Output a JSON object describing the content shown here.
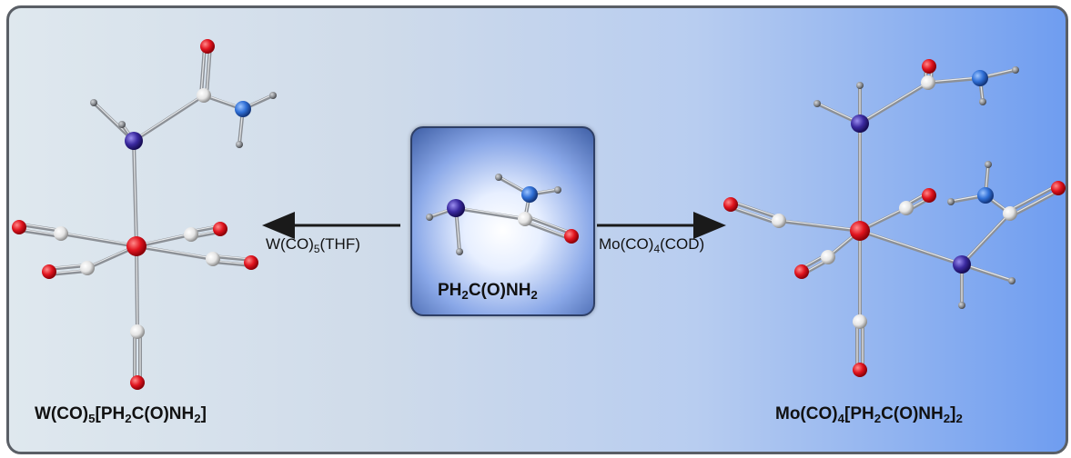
{
  "left_product": {
    "name_parts": [
      "W(CO)",
      "5",
      "[PH",
      "2",
      "C(O)NH",
      "2",
      "]"
    ]
  },
  "right_product": {
    "name_parts": [
      "Mo(CO)",
      "4",
      "[PH",
      "2",
      "C(O)NH",
      "2",
      "]",
      "2"
    ]
  },
  "center_reagent": {
    "name_parts": [
      "PH",
      "2",
      "C(O)NH",
      "2"
    ]
  },
  "left_arrow_label": {
    "parts": [
      "W(CO)",
      "5",
      "(THF)"
    ]
  },
  "right_arrow_label": {
    "parts": [
      "Mo(CO)",
      "4",
      "(COD)"
    ]
  },
  "colors": {
    "oxygen": "#e0141e",
    "phosphorus": "#3b2aa0",
    "nitrogen": "#2f6fd6",
    "carbon": "#f2f2f2",
    "hydrogen": "#8a8d92",
    "metal": "#e0141e"
  }
}
